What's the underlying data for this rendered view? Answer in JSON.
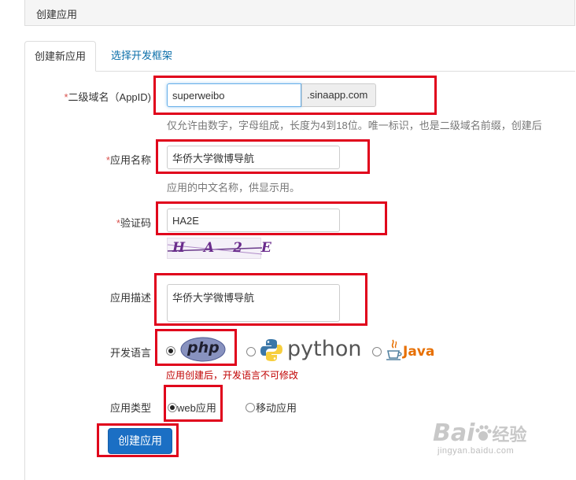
{
  "header": {
    "title": "创建应用"
  },
  "tabs": [
    {
      "label": "创建新应用"
    },
    {
      "label": "选择开发框架"
    }
  ],
  "form": {
    "appid": {
      "required_mark": "*",
      "label": "二级域名（AppID)",
      "value": "superweibo",
      "suffix": ".sinaapp.com",
      "help": "仅允许由数字，字母组成，长度为4到18位。唯一标识，也是二级域名前缀，创建后"
    },
    "name": {
      "required_mark": "*",
      "label": "应用名称",
      "value": "华侨大学微博导航",
      "help": "应用的中文名称，供显示用。"
    },
    "captcha": {
      "required_mark": "*",
      "label": "验证码",
      "value": "HA2E",
      "image_text": "H A 2 E"
    },
    "desc": {
      "label": "应用描述",
      "value": "华侨大学微博导航"
    },
    "language": {
      "label": "开发语言",
      "options": [
        {
          "name": "php",
          "selected": true
        },
        {
          "name": "python",
          "selected": false
        },
        {
          "name": "Java",
          "selected": false
        }
      ],
      "warning": "应用创建后，开发语言不可修改"
    },
    "type": {
      "label": "应用类型",
      "options": [
        {
          "label": "web应用",
          "selected": true
        },
        {
          "label": "移动应用",
          "selected": false
        }
      ]
    },
    "submit_label": "创建应用"
  },
  "watermark": {
    "brand": "Bai",
    "brand2": "经验",
    "url": "jingyan.baidu.com"
  },
  "colors": {
    "highlight": "#e0001b",
    "primary": "#1b6fc4",
    "link": "#0a6ea9",
    "warning": "#c00000"
  }
}
